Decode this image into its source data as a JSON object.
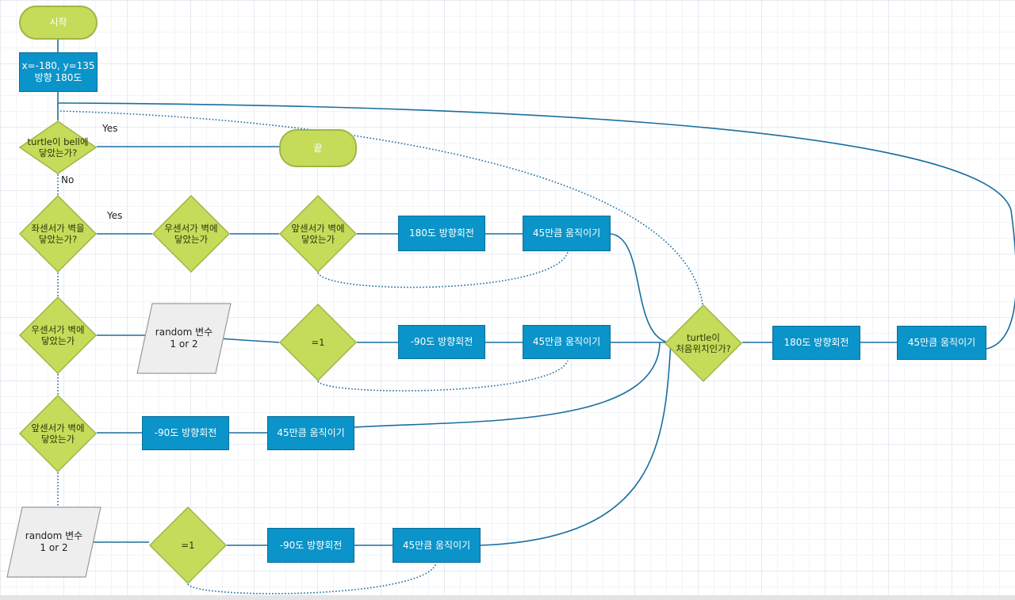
{
  "nodes": {
    "start": "시작",
    "init_line1": "x=-180, y=135",
    "init_line2": "방향 180도",
    "bell_line1": "turtle이 bell에",
    "bell_line2": "닿았는가?",
    "end": "끝",
    "left_line1": "좌센서가 벽을",
    "left_line2": "닿았는가?",
    "right_a_line1": "우센서가 벽에",
    "right_a_line2": "닿았는가",
    "front_a_line1": "앞센서가 벽에",
    "front_a_line2": "닿았는가",
    "turn180_a": "180도 방향회전",
    "move45_a": "45만큼 움직이기",
    "right_b_line1": "우센서가 벽에",
    "right_b_line2": "닿았는가",
    "random_a_line1": "random 변수",
    "random_a_line2": "1 or 2",
    "eq1_a": "=1",
    "turn90_a": "-90도 방향회전",
    "move45_b": "45만큼 움직이기",
    "front_b_line1": "앞센서가 벽에",
    "front_b_line2": "닿았는가",
    "turn90_b": "-90도 방향회전",
    "move45_c": "45만큼 움직이기",
    "random_b_line1": "random 변수",
    "random_b_line2": "1 or 2",
    "eq1_b": "=1",
    "turn90_c": "-90도 방향회전",
    "move45_d": "45만큼 움직이기",
    "origin_line1": "turtle이",
    "origin_line2": "처음위치인가?",
    "turn180_b": "180도 방향회전",
    "move45_e": "45만큼 움직이기"
  },
  "edge_labels": {
    "yes_bell": "Yes",
    "no_bell": "No",
    "yes_left": "Yes"
  },
  "colors": {
    "terminal_fill": "#c5dc5b",
    "process_fill": "#0a94c9",
    "decision_fill": "#c5dc5b",
    "io_fill": "#eeeeee",
    "connector": "#1a6e9e"
  }
}
